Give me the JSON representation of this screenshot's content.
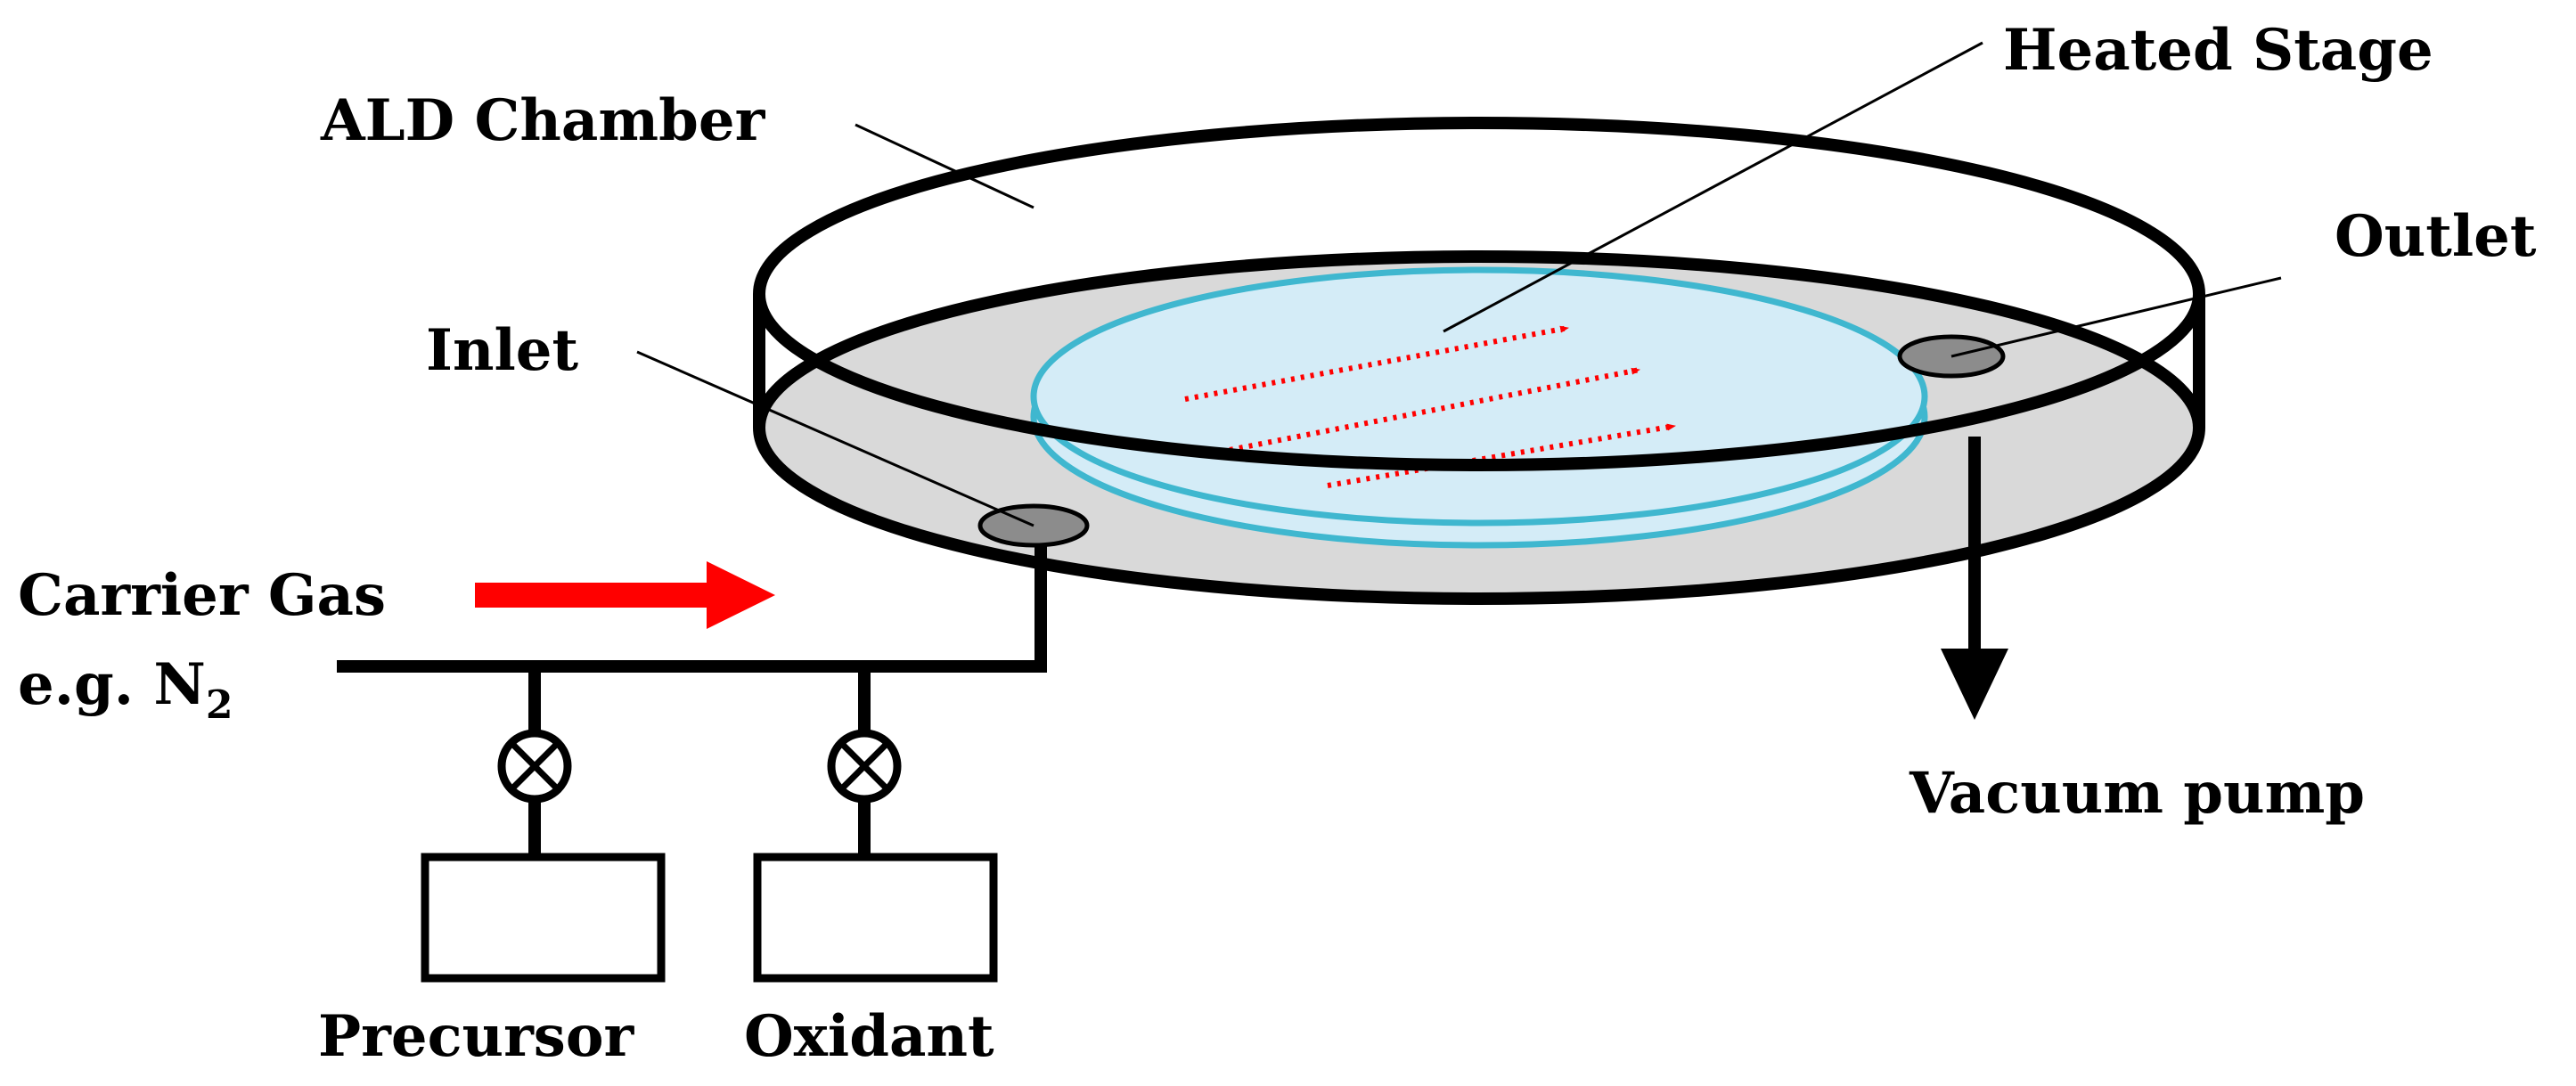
{
  "labels": {
    "ald_chamber": "ALD Chamber",
    "heated_stage": "Heated Stage",
    "outlet": "Outlet",
    "inlet": "Inlet",
    "carrier_gas": "Carrier Gas",
    "carrier_example_prefix": "e.g. N",
    "carrier_example_subscript": "2",
    "vacuum_pump": "Vacuum pump",
    "precursor": "Precursor",
    "oxidant": "Oxidant"
  },
  "colors": {
    "outline": "#000000",
    "chamber_floor": "#d9d9d9",
    "port": "#8c8c8c",
    "stage_fill": "#d4ecf7",
    "stage_edge": "#3fb7cf",
    "flow_arrow": "#ff0000",
    "background": "#ffffff"
  }
}
